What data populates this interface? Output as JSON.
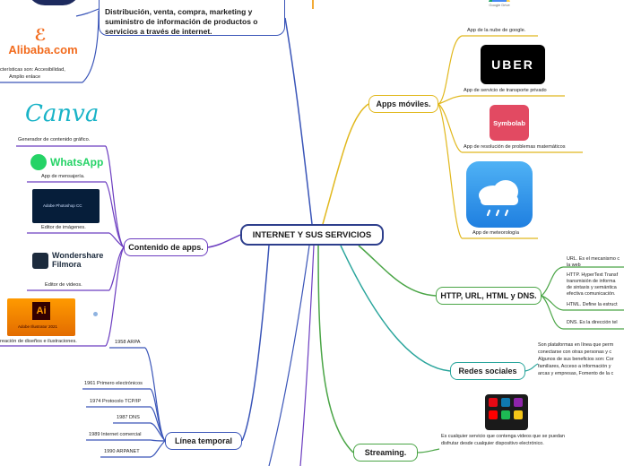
{
  "central": "INTERNET Y SUS SERVICIOS",
  "branches": {
    "apps": "Apps móviles.",
    "http": "HTTP, URL, HTML y DNS.",
    "redes": "Redes sociales",
    "streaming": "Streaming.",
    "contenido": "Contenido de apps.",
    "linea": "Línea temporal"
  },
  "comercio": "Distribución, venta, compra, marketing y suministro de información de productos o servicios a través de internet.",
  "alibaba": {
    "logo": "Alibaba.com",
    "caption_1": "cterísticas son: Accesibilidad,",
    "caption_2": "Amplio enlace"
  },
  "apps_items": {
    "drive_logo": "Google Drive",
    "drive": "App de la nube de google.",
    "uber_logo": "UBER",
    "uber": "App de servicio de transporte privado",
    "symbolab_logo": "Symbolab",
    "symbolab": "App de resolución de problemas matemáticos",
    "weather": "App de meteorología"
  },
  "http_items": {
    "url_1": "URL. Es el mecanismo c",
    "url_2": "la web",
    "http_1": "HTTP. HyperText Transf",
    "http_2": "transmisión de informa",
    "http_3": "de sintaxis y semántica",
    "http_4": "efectiva comunicación.",
    "html": "HTML. Define la estruct",
    "dns": "DNS. Es la dirección tel"
  },
  "redes_text": [
    "Son plataformas en línea que perm",
    "conectarse con otras personas y c",
    "Algunos de sus beneficios son: Cor",
    "familiares, Acceso a información y",
    "arcas y empresas, Fomento de la c"
  ],
  "streaming_text": [
    "Es cualquier servicio que contenga videos que se puedan",
    "disfrutar desde cualquier dispositivo electrónico."
  ],
  "contenido_items": {
    "canva_logo": "Canva",
    "canva": "Generador de contenido gráfico.",
    "whatsapp_logo": "WhatsApp",
    "whatsapp": "App de mensajería.",
    "photoshop_logo": "Adobe Photoshop CC",
    "photoshop": "Editor de imágenes.",
    "filmora_logo_1": "Wondershare",
    "filmora_logo_2": "Filmora",
    "filmora": "Editor de videos.",
    "illustrator_logo_1": "Ai",
    "illustrator_logo_2": "Adobe Illustrator 2021",
    "illustrator": "reación de diseños e ilustraciones."
  },
  "timeline": [
    "1958 ARPA",
    "1961 Primero electrónicos",
    "1974 Protocolo TCP/IP",
    "1987 DNS",
    "1989 Internet comercial",
    "1990 ARPANET"
  ],
  "colors": {
    "central": "#2d3e8c",
    "apps": "#e1b81d",
    "http": "#4aa546",
    "redes": "#2aa59c",
    "contenido": "#6c3dc0",
    "linea": "#3a55b8",
    "orange": "#f0a020"
  }
}
